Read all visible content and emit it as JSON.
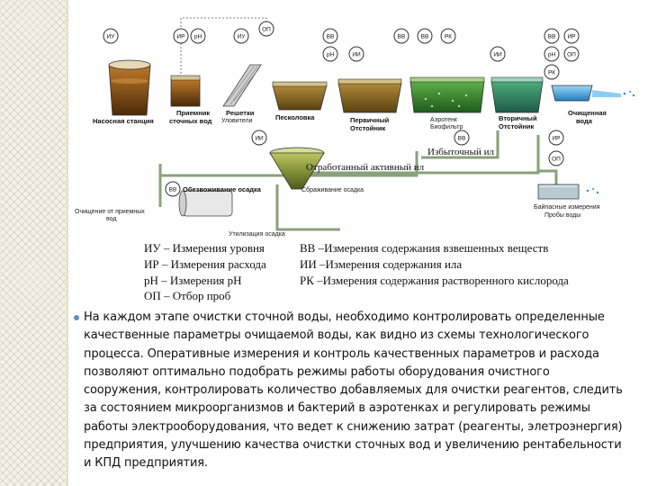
{
  "meters": {
    "iu1": "ИУ",
    "ir1": "ИР",
    "ph1": "pH",
    "iu2": "ИУ",
    "op1": "ОП",
    "vv1": "ВВ",
    "ph2": "pH",
    "ii1": "ИИ",
    "vv2": "ВВ",
    "vv3": "ВВ",
    "rk1": "РК",
    "ii2": "ИИ",
    "vv4": "ВВ",
    "ir2": "ИР",
    "ph3": "pH",
    "op2": "ОП",
    "rk2": "РК",
    "ii3": "ИИ",
    "vv5": "ВВ",
    "vv6": "ВВ",
    "ir3": "ИР",
    "op3": "ОП"
  },
  "labels": {
    "pump_station": "Насосная станция",
    "receiver_line1": "Приемник",
    "receiver_line2": "сточных вод",
    "grates_line1": "Решетки",
    "grates_line2": "Уловители",
    "sand_trap": "Песколовка",
    "primary_line1": "Первичный",
    "primary_line2": "Отстойник",
    "aeration_line1": "Аэротенк",
    "aeration_line2": "Биофильтр",
    "secondary_line1": "Вторичный",
    "secondary_line2": "Отстойник",
    "clean_line1": "Очищенная",
    "clean_line2": "вода",
    "excess_sludge": "Избыточный ил",
    "spent_sludge": "Отработанный активный ил",
    "dewatering": "Обезвоживание осадка",
    "sediment_discharge": "Сбраживание осадка",
    "bypass_line1": "Очищение от приемных",
    "bypass_line2": "вод",
    "disposal": "Утилизация осадка",
    "bypass_meas_line1": "Байпасные измерения",
    "bypass_meas_line2": "Пробы воды"
  },
  "legend": {
    "iu": "ИУ – Измерения уровня",
    "ir": "ИР – Измерения расхода",
    "ph": "pH – Измерения pH",
    "op": "ОП – Отбор проб",
    "vv": "ВВ –Измерения содержания взвешенных веществ",
    "ii": "ИИ –Измерения содержания ила",
    "rk": "РК –Измерения содержания растворенного кислорода"
  },
  "paragraph": "На каждом этапе очистки сточной воды, необходимо контролировать определенные качественные параметры очищаемой воды, как видно из схемы технологического процесса. Оперативные измерения и контроль качественных параметров и расхода позволяют оптимально подобрать режимы работы оборудования очистного сооружения, контролировать количество добавляемых для очистки реагентов, следить за состоянием микроорганизмов и бактерий в аэротенках и регулировать режимы работы электрооборудования, что ведет к снижению затрат (реагенты, элетроэнергия) предприятия, улучшению качества очистки сточных вод и увеличению рентабельности и КПД предприятия.",
  "colors": {
    "pipe": "#8aa07a",
    "water_dark": "#6b3f12",
    "water_green": "#3d8a3a",
    "water_blue": "#2a8fd0",
    "bullet": "#5b8fb9"
  }
}
